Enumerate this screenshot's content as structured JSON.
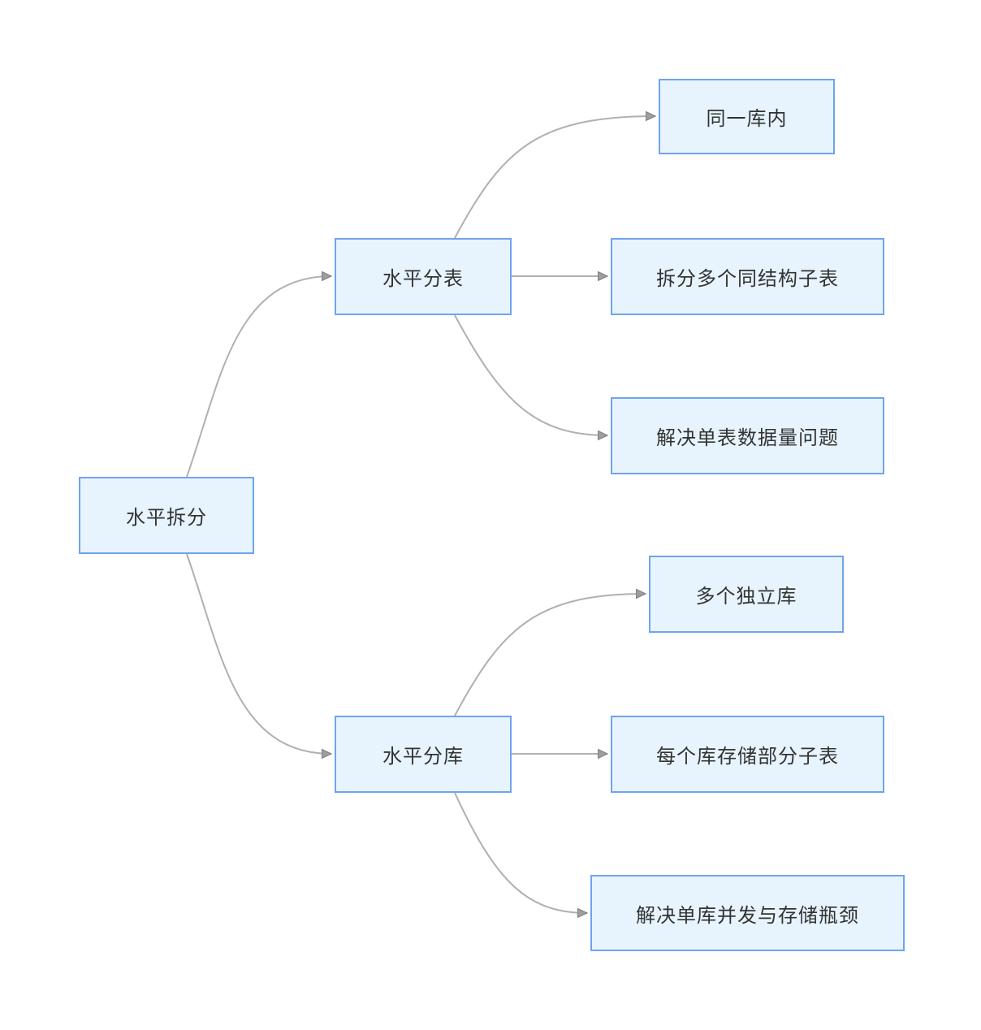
{
  "diagram": {
    "type": "mindmap-flowchart",
    "colors": {
      "canvas_bg": "#ffffff",
      "node_fill": "#e7f4fd",
      "node_border": "#70a3ee",
      "text_color": "#333333",
      "connector": "#b0b0b0",
      "arrowhead_fill": "#9e9e9e",
      "arrowhead_stroke": "#808080"
    },
    "nodes": [
      {
        "id": "root",
        "label": "水平拆分"
      },
      {
        "id": "split-table",
        "label": "水平分表"
      },
      {
        "id": "same-db",
        "label": "同一库内"
      },
      {
        "id": "multi-subtables",
        "label": "拆分多个同结构子表"
      },
      {
        "id": "solve-table-volume",
        "label": "解决单表数据量问题"
      },
      {
        "id": "split-db",
        "label": "水平分库"
      },
      {
        "id": "multi-independent-db",
        "label": "多个独立库"
      },
      {
        "id": "each-db-stores",
        "label": "每个库存储部分子表"
      },
      {
        "id": "solve-db-bottleneck",
        "label": "解决单库并发与存储瓶颈"
      }
    ],
    "edges": [
      {
        "from": "水平拆分",
        "to": "水平分表"
      },
      {
        "from": "水平分表",
        "to": "同一库内"
      },
      {
        "from": "水平分表",
        "to": "拆分多个同结构子表"
      },
      {
        "from": "水平分表",
        "to": "解决单表数据量问题"
      },
      {
        "from": "水平拆分",
        "to": "水平分库"
      },
      {
        "from": "水平分库",
        "to": "多个独立库"
      },
      {
        "from": "水平分库",
        "to": "每个库存储部分子表"
      },
      {
        "from": "水平分库",
        "to": "解决单库并发与存储瓶颈"
      }
    ]
  }
}
